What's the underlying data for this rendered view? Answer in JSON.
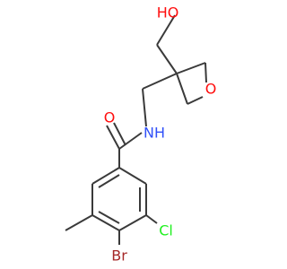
{
  "molecule": {
    "atoms": {
      "hydroxyl": {
        "label": "HO",
        "color": "#ff0d0d"
      },
      "oxetane_oxygen": {
        "label": "O",
        "color": "#ff0d0d"
      },
      "amide_nitrogen": {
        "label": "NH",
        "color": "#3050f8"
      },
      "carbonyl_oxygen": {
        "label": "O",
        "color": "#ff0d0d"
      },
      "chlorine": {
        "label": "Cl",
        "color": "#1ff01f"
      },
      "bromine": {
        "label": "Br",
        "color": "#a62929"
      }
    },
    "bond_color": "#3a3a3a"
  }
}
